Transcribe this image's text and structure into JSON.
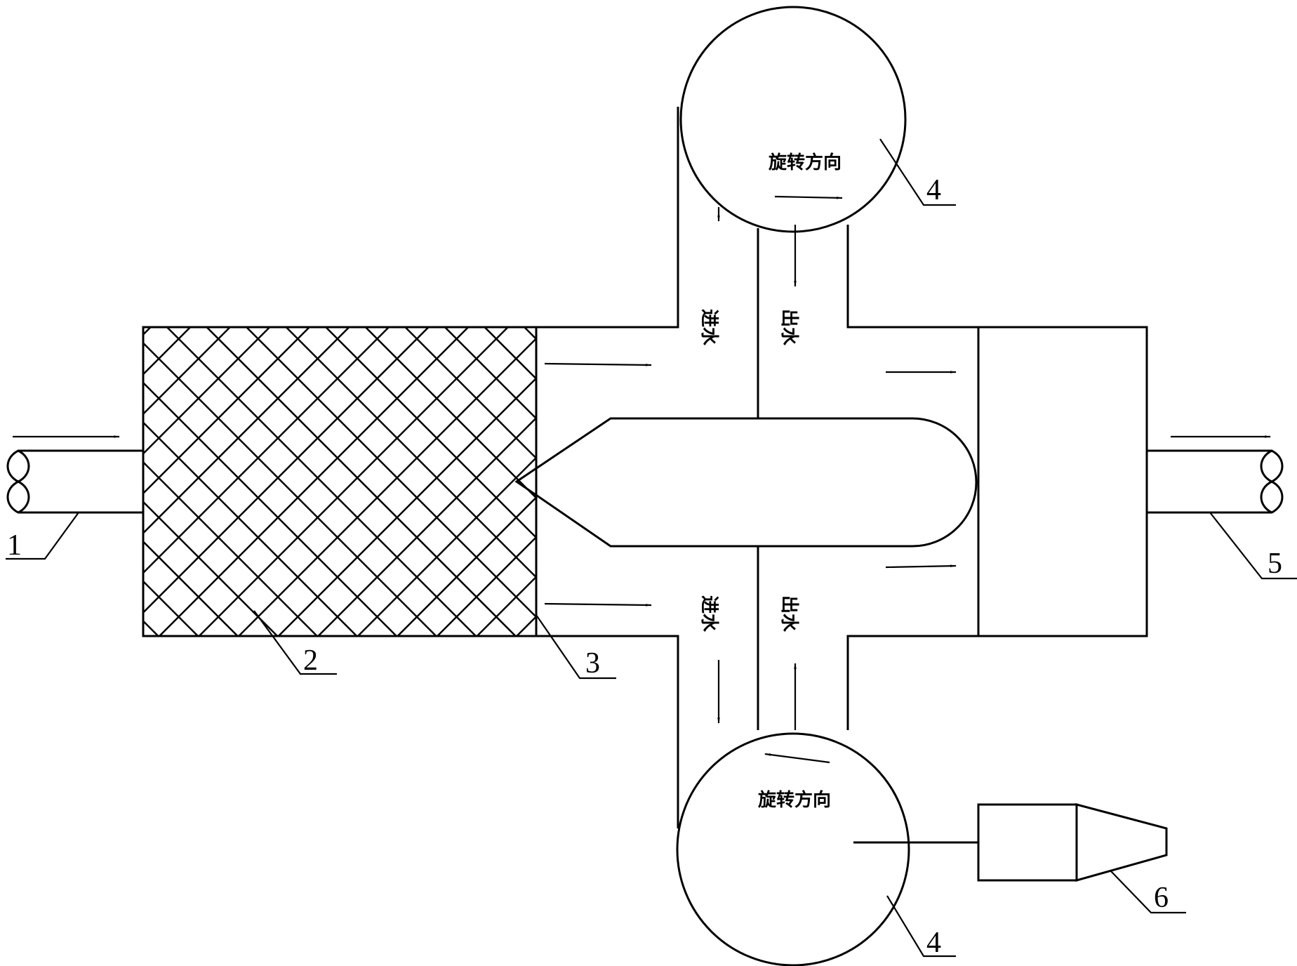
{
  "labels": {
    "part1": "1",
    "part2": "2",
    "part3": "3",
    "part4_top": "4",
    "part4_bottom": "4",
    "part5": "5",
    "part6": "6"
  },
  "annotations": {
    "rotation_top": "旋转方向",
    "rotation_bottom": "旋转方向",
    "inlet_water_top": "进水",
    "outlet_water_top": "出水",
    "inlet_water_bottom": "进水",
    "outlet_water_bottom": "出水"
  }
}
